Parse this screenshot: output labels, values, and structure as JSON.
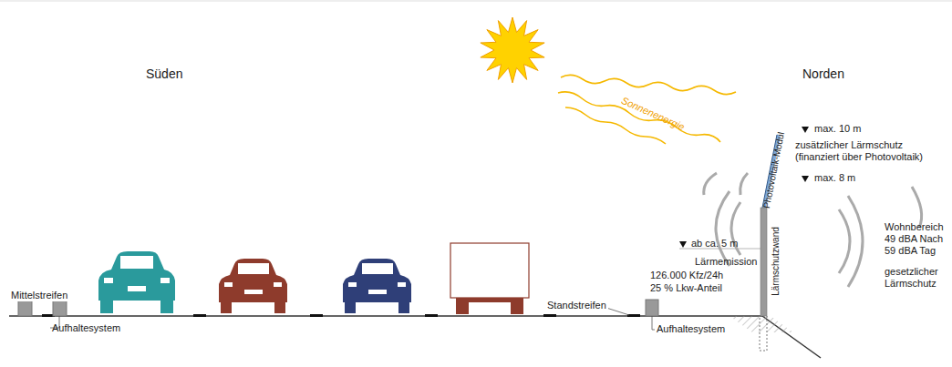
{
  "diagram": {
    "labels": [
      "Süden",
      "Norden",
      "Sonnenenergie",
      "max. 10 m",
      "zusätzlicher Lärmschutz (finanziert über Photovoltaik)",
      "max. 8 m",
      "Photovoltaik-Modul",
      "Lärmschutzwand",
      "ab ca. 5 m",
      "Lärmemission",
      "126.000 Kfz/24h",
      "25 % Lkw-Anteil",
      "Wohnbereich",
      "49 dBA Nach",
      "59 dBA Tag",
      "gesetzlicher Lärmschutz",
      "Mittelstreifen",
      "Aufhaltesystem",
      "Standstreifen",
      "Aufhaltesystem"
    ]
  }
}
